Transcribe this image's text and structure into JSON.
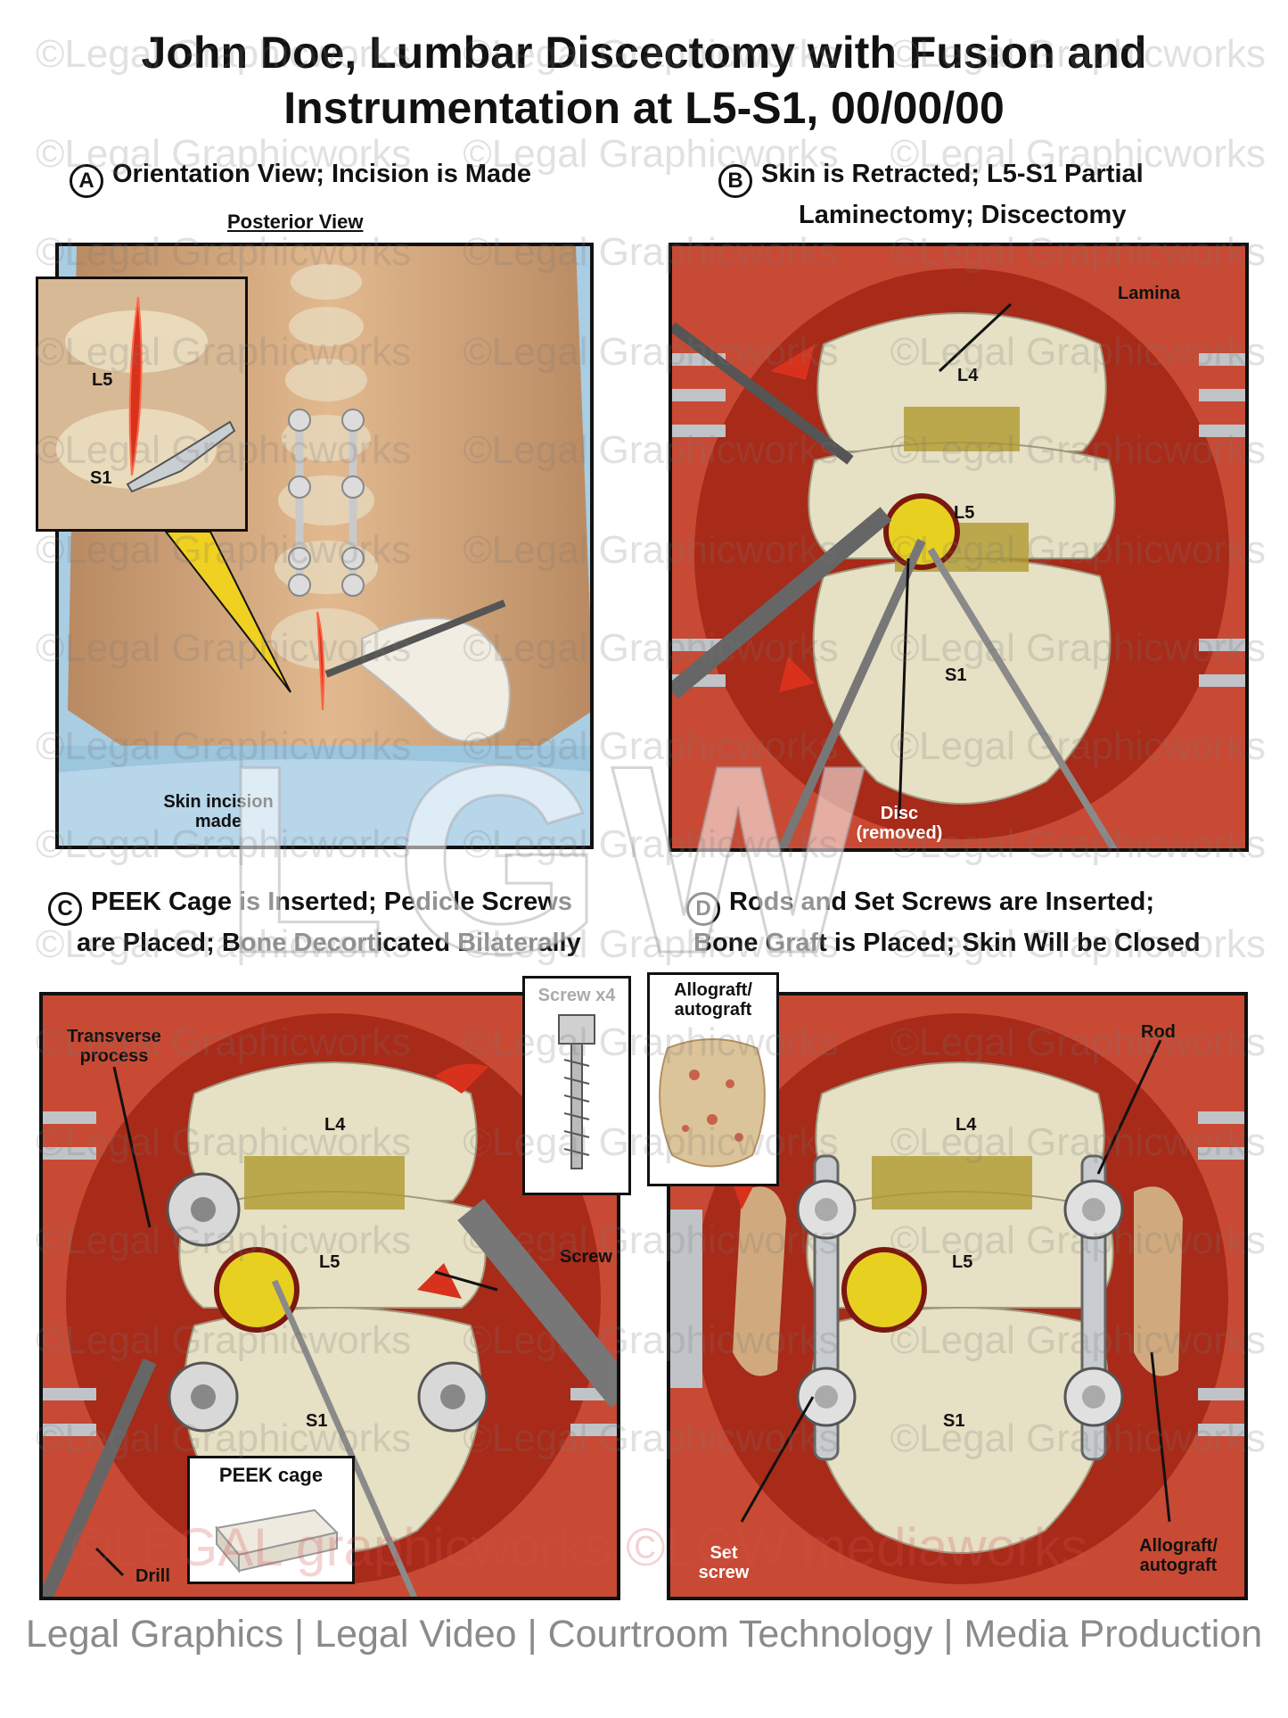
{
  "title": {
    "line1": "John Doe, Lumbar Discectomy with Fusion and",
    "line2": "Instrumentation at L5-S1, 00/00/00"
  },
  "watermark": {
    "text": "©Legal Graphicworks",
    "logo": "LGW",
    "bottom": "©LEGAL graphicworks ©LGW mediaworks"
  },
  "panels": {
    "a": {
      "letter": "A",
      "heading": "Orientation View; Incision is Made",
      "view_label": "Posterior View",
      "labels": {
        "l5": "L5",
        "s1": "S1",
        "incision": "Skin incision made"
      }
    },
    "b": {
      "letter": "B",
      "heading_line1": "Skin is Retracted; L5-S1 Partial",
      "heading_line2": "Laminectomy; Discectomy",
      "labels": {
        "lamina": "Lamina",
        "l4": "L4",
        "l5": "L5",
        "s1": "S1",
        "disc": "Disc (removed)"
      }
    },
    "c": {
      "letter": "C",
      "heading_line1": "PEEK Cage is Inserted; Pedicle Screws",
      "heading_line2": "are Placed; Bone Decorticated Bilaterally",
      "labels": {
        "transverse": "Transverse process",
        "l4": "L4",
        "l5": "L5",
        "s1": "S1",
        "screw": "Screw",
        "drill": "Drill"
      },
      "screw_inset": "Screw x4",
      "cage_inset": "PEEK cage"
    },
    "d": {
      "letter": "D",
      "heading_line1": "Rods and Set Screws are Inserted;",
      "heading_line2": "Bone Graft is Placed; Skin Will be Closed",
      "labels": {
        "rod": "Rod",
        "l4": "L4",
        "l5": "L5",
        "s1": "S1",
        "set_screw": "Set screw",
        "graft": "Allograft/ autograft"
      },
      "graft_inset": "Allograft/ autograft"
    }
  },
  "footer": "Legal Graphics | Legal Video | Courtroom Technology | Media Production",
  "colors": {
    "skin": "#d9ae86",
    "tissue_red": "#c8321e",
    "bone": "#e6e0c4",
    "drape_blue": "#a9cde3",
    "metal": "#b8bcc0",
    "disc_yellow": "#e8d020",
    "arrow_red": "#d8321c"
  }
}
